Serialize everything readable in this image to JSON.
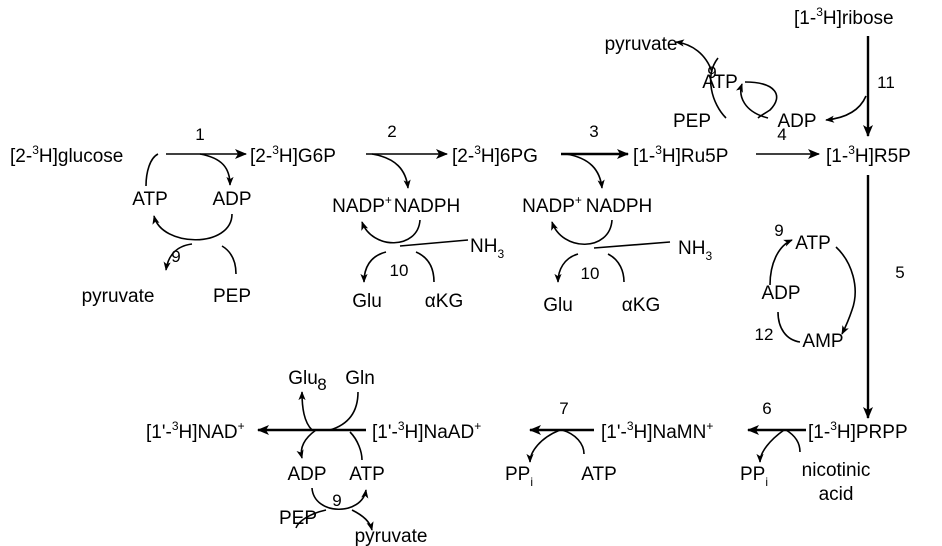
{
  "compounds": {
    "glucose": [
      "[2-",
      "3",
      "H]glucose"
    ],
    "g6p": [
      "[2-",
      "3",
      "H]G6P"
    ],
    "pg6": [
      "[2-",
      "3",
      "H]6PG"
    ],
    "ru5p": [
      "[1-",
      "3",
      "H]Ru5P"
    ],
    "r5p": [
      "[1-",
      "3",
      "H]R5P"
    ],
    "ribose": [
      "[1-",
      "3",
      "H]ribose"
    ],
    "prpp": [
      "[1-",
      "3",
      "H]PRPP"
    ],
    "namn": [
      "[1'-",
      "3",
      "H]NaMN",
      "+"
    ],
    "naad": [
      "[1'-",
      "3",
      "H]NaAD",
      "+"
    ],
    "nad": [
      "[1'-",
      "3",
      "H]NAD",
      "+"
    ]
  },
  "cofactors": {
    "atp": "ATP",
    "adp": "ADP",
    "amp": "AMP",
    "pyruvate": "pyruvate",
    "pep": "PEP",
    "nadp": [
      "NADP",
      "+"
    ],
    "nadph": "NADPH",
    "nh3": [
      "NH",
      "3"
    ],
    "glu": "Glu",
    "akg": "αKG",
    "gln": "Gln",
    "ppi": [
      "PP",
      "i"
    ],
    "nicotinic": [
      "nicotinic",
      "acid"
    ]
  },
  "enzymes": [
    "1",
    "2",
    "3",
    "4",
    "5",
    "6",
    "7",
    "8",
    "9",
    "10",
    "11",
    "12"
  ]
}
